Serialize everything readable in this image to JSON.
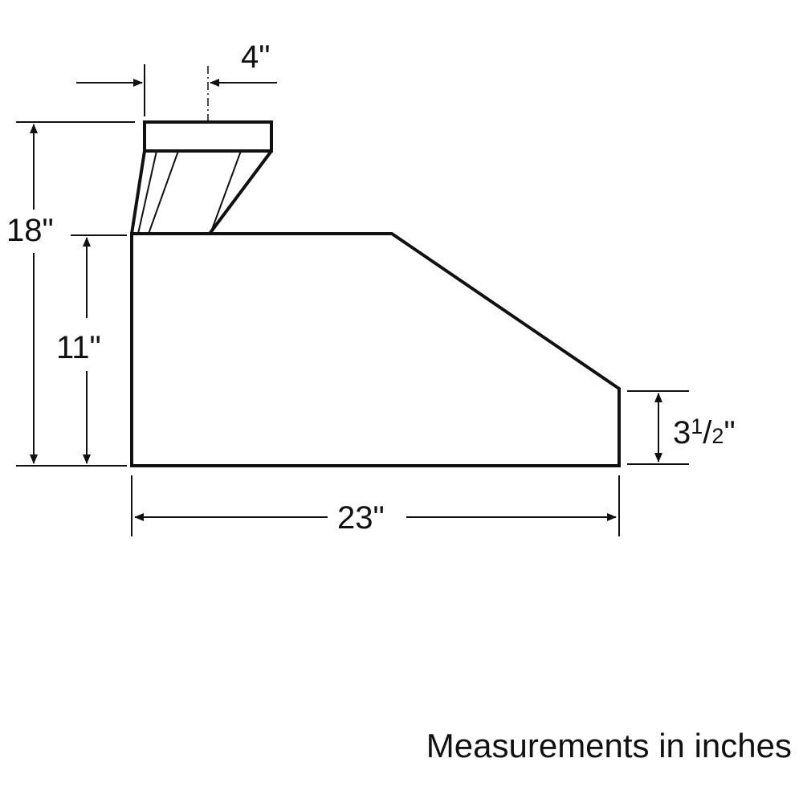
{
  "dimensions": {
    "top_width": "4\"",
    "total_height": "18\"",
    "body_height": "11\"",
    "front_height_whole": "3",
    "front_height_num": "1",
    "front_height_slash": "/",
    "front_height_den": "2",
    "front_height_mark": "\"",
    "depth": "23\""
  },
  "caption": "Measurements in inches",
  "colors": {
    "line": "#111111",
    "background": "#ffffff"
  }
}
